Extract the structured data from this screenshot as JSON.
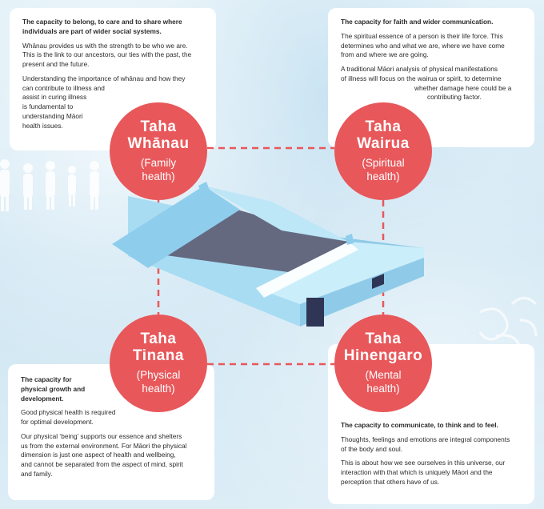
{
  "colors": {
    "circle": "#e8575a",
    "card": "#ffffff",
    "connector": "#e8575a",
    "house_roof": "#8fcdec",
    "house_wall": "#aee0f5",
    "house_floor": "#646980",
    "background": "#d9ecf6"
  },
  "whanau": {
    "title": "Taha Whānau",
    "title_line1": "Taha",
    "title_line2": "Whānau",
    "subtitle_line1": "(Family",
    "subtitle_line2": "health)",
    "heading_line1": "The capacity to belong, to care and to share where",
    "heading_line2": "individuals are part of wider social systems.",
    "para1_line1": "Whānau provides us with the strength to be who we are.",
    "para1_line2": "This is the link to our ancestors, our ties with the past, the",
    "para1_line3": "present and the future.",
    "para2_line1": "Understanding the importance of whānau and how they",
    "para2_line2": "can contribute to illness and",
    "para2_line3": "assist in curing illness",
    "para2_line4": "is fundamental to",
    "para2_line5": "understanding Māori",
    "para2_line6": "health issues."
  },
  "wairua": {
    "title_line1": "Taha",
    "title_line2": "Wairua",
    "subtitle_line1": "(Spiritual",
    "subtitle_line2": "health)",
    "heading": "The capacity for faith and wider communication.",
    "para1_line1": "The spiritual essence of a person is their life force. This",
    "para1_line2": "determines who and what we are, where we have come",
    "para1_line3": "from and where we are going.",
    "para2_line1": "A traditional Māori analysis of physical manifestations",
    "para2_line2": "of illness will focus on the wairua or spirit, to determine",
    "para2_line3": "whether damage here could be a",
    "para2_line4": "contributing factor."
  },
  "tinana": {
    "title_line1": "Taha",
    "title_line2": "Tinana",
    "subtitle_line1": "(Physical",
    "subtitle_line2": "health)",
    "heading_line1": "The capacity for",
    "heading_line2": "physical growth and",
    "heading_line3": "development.",
    "para1_line1": "Good physical health is required",
    "para1_line2": "for optimal development.",
    "para2_line1": "Our physical ‘being’ supports our essence and shelters",
    "para2_line2": "us from the external environment. For Māori the physical",
    "para2_line3": "dimension is just one aspect of health and wellbeing,",
    "para2_line4": "and cannot be separated from the aspect of mind, spirit",
    "para2_line5": "and family."
  },
  "hinengaro": {
    "title_line1": "Taha",
    "title_line2": "Hinengaro",
    "subtitle_line1": "(Mental",
    "subtitle_line2": "health)",
    "heading": "The capacity to communicate, to think and to feel.",
    "para1_line1": "Thoughts, feelings and emotions are integral components",
    "para1_line2": "of the body and soul.",
    "para2_line1": "This is about how we see ourselves in this universe, our",
    "para2_line2": "interaction with that which is uniquely Māori and the",
    "para2_line3": "perception that others have of us."
  }
}
